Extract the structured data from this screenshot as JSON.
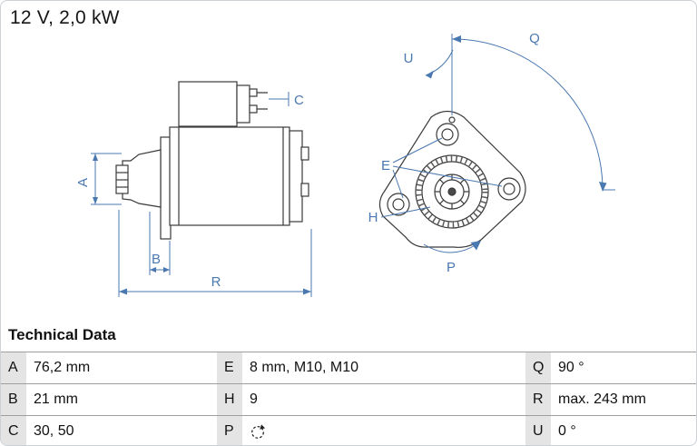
{
  "header": {
    "title": "12 V, 2,0 kW"
  },
  "drawing": {
    "annotation_color": "#4a78b0",
    "line_color": "#3a3a3a",
    "labels": {
      "A": "A",
      "B": "B",
      "C": "C",
      "R": "R",
      "E": "E",
      "H": "H",
      "P": "P",
      "Q": "Q",
      "U": "U"
    }
  },
  "table": {
    "title": "Technical Data",
    "key_cell_color": "#e4e4e4",
    "rows": [
      {
        "cells": [
          {
            "k": "A",
            "v": "76,2 mm"
          },
          {
            "k": "E",
            "v": "8 mm, M10, M10"
          },
          {
            "k": "Q",
            "v": "90 °"
          }
        ]
      },
      {
        "cells": [
          {
            "k": "B",
            "v": "21 mm"
          },
          {
            "k": "H",
            "v": "9"
          },
          {
            "k": "R",
            "v": "max. 243 mm"
          }
        ]
      },
      {
        "cells": [
          {
            "k": "C",
            "v": "30, 50"
          },
          {
            "k": "P",
            "v": "",
            "icon": "rotation-direction-icon"
          },
          {
            "k": "U",
            "v": "0 °"
          }
        ]
      }
    ]
  }
}
